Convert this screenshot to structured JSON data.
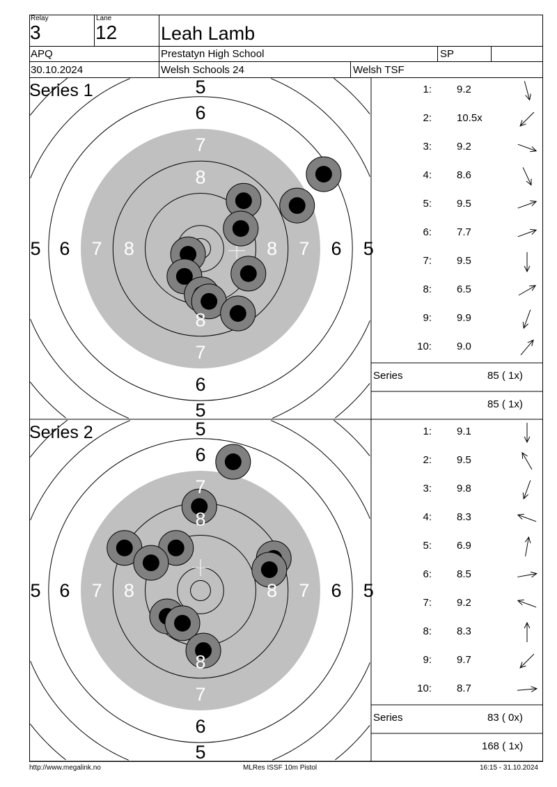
{
  "header": {
    "relay_label": "Relay",
    "relay": "3",
    "lane_label": "Lane",
    "lane": "12",
    "name": "Leah Lamb",
    "class": "APQ",
    "club": "Prestatyn High School",
    "category": "SP",
    "date": "30.10.2024",
    "event": "Welsh Schools 24",
    "organiser": "Welsh TSF"
  },
  "ring_labels": {
    "r5": "5",
    "r6": "6",
    "r7": "7",
    "r8": "8"
  },
  "series": [
    {
      "title": "Series 1",
      "series_label": "Series",
      "series_total": "85 ( 1x)",
      "running_total": "85 ( 1x)",
      "shots": [
        {
          "n": "1:",
          "score": "9.2",
          "dir": 165
        },
        {
          "n": "2:",
          "score": "10.5x",
          "dir": 225
        },
        {
          "n": "3:",
          "score": "9.2",
          "dir": 110
        },
        {
          "n": "4:",
          "score": "8.6",
          "dir": 155
        },
        {
          "n": "5:",
          "score": "9.5",
          "dir": 70
        },
        {
          "n": "6:",
          "score": "7.7",
          "dir": 70
        },
        {
          "n": "7:",
          "score": "9.5",
          "dir": 180
        },
        {
          "n": "8:",
          "score": "6.5",
          "dir": 60
        },
        {
          "n": "9:",
          "score": "9.9",
          "dir": 200
        },
        {
          "n": "10:",
          "score": "9.0",
          "dir": 40
        }
      ],
      "hits_mm": [
        [
          30.6,
          18.5
        ],
        [
          24.0,
          10.7
        ],
        [
          10.7,
          11.9
        ],
        [
          10.0,
          5.0
        ],
        [
          -3.1,
          -1.4
        ],
        [
          -4.0,
          -6.9
        ],
        [
          11.9,
          -6.2
        ],
        [
          0.3,
          -11.4
        ],
        [
          2.1,
          -13.1
        ],
        [
          9.3,
          -16.1
        ]
      ],
      "mpi_mm": [
        9,
        -0.5
      ]
    },
    {
      "title": "Series 2",
      "series_label": "Series",
      "series_total": "83 ( 0x)",
      "running_total": "168 ( 1x)",
      "shots": [
        {
          "n": "1:",
          "score": "9.1",
          "dir": 180
        },
        {
          "n": "2:",
          "score": "9.5",
          "dir": 330
        },
        {
          "n": "3:",
          "score": "9.8",
          "dir": 200
        },
        {
          "n": "4:",
          "score": "8.3",
          "dir": 290
        },
        {
          "n": "5:",
          "score": "6.9",
          "dir": 10
        },
        {
          "n": "6:",
          "score": "8.5",
          "dir": 80
        },
        {
          "n": "7:",
          "score": "9.2",
          "dir": 290
        },
        {
          "n": "8:",
          "score": "8.3",
          "dir": 0
        },
        {
          "n": "9:",
          "score": "9.7",
          "dir": 225
        },
        {
          "n": "10:",
          "score": "8.7",
          "dir": 85
        }
      ],
      "hits_mm": [
        [
          8.1,
          32.0
        ],
        [
          -0.3,
          20.9
        ],
        [
          -18.9,
          10.6
        ],
        [
          -6.1,
          10.6
        ],
        [
          -12.3,
          6.9
        ],
        [
          18.2,
          8.0
        ],
        [
          17.1,
          5.2
        ],
        [
          -8.3,
          -6.4
        ],
        [
          -4.5,
          -8.1
        ],
        [
          0.7,
          -14.9
        ]
      ],
      "mpi_mm": [
        0,
        5.7
      ]
    }
  ],
  "footer": {
    "url": "http://www.megalink.no",
    "program": "MLRes ISSF 10m Pistol",
    "timestamp": "16:15 - 31.10.2024"
  },
  "colors": {
    "black_area": "#c0c0c0",
    "hit_outer": "#808080",
    "hit_inner": "#000000"
  }
}
